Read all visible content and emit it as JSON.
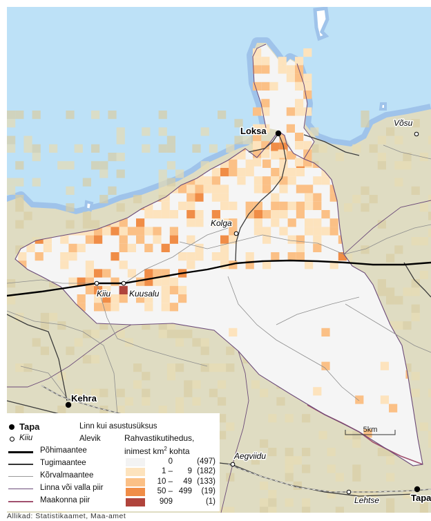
{
  "colors": {
    "sea": "#bde1f7",
    "sea_shadow": "#9fc3ea",
    "parish": "#f5f5f5",
    "outside": "#dfdcc2",
    "highway": "#000000",
    "county_border": "#a0506e"
  },
  "places": {
    "loksa": "Loksa",
    "vosu": "Võsu",
    "kolga": "Kolga",
    "kiiu": "Kiiu",
    "kuusalu": "Kuusalu",
    "kehra": "Kehra",
    "aegviidu": "Aegviidu",
    "lehtse": "Lehtse",
    "tapa": "Tapa"
  },
  "scalebar": {
    "label": "5km"
  },
  "legend": {
    "town_sample": "Tapa",
    "town_label": "Linn kui asustusüksus",
    "borough_sample": "Kiiu",
    "borough_label": "Alevik",
    "road1": "Põhimaantee",
    "road2": "Tugimaantee",
    "road3": "Kõrvalmaantee",
    "border1": "Linna või valla piir",
    "border2": "Maakonna piir",
    "density_title_line1": "Rahvastikutihedus,",
    "density_title_line2_a": "inimest km",
    "density_title_sup": "2",
    "density_title_line2_b": " kohta",
    "classes": [
      {
        "range_from": "0",
        "range_to": "",
        "count": "(497)",
        "color": "#f3f3f3"
      },
      {
        "range_from": "1 –",
        "range_to": "9",
        "count": "(182)",
        "color": "#fde3bd"
      },
      {
        "range_from": "10 –",
        "range_to": "49",
        "count": "(133)",
        "color": "#fbc086"
      },
      {
        "range_from": "50 –",
        "range_to": "499",
        "count": "(19)",
        "color": "#f08d47"
      },
      {
        "range_from": "909",
        "range_to": "",
        "count": "(1)",
        "color": "#b0443c"
      }
    ]
  },
  "source": "Allikad: Statistikaamet, Maa-amet"
}
